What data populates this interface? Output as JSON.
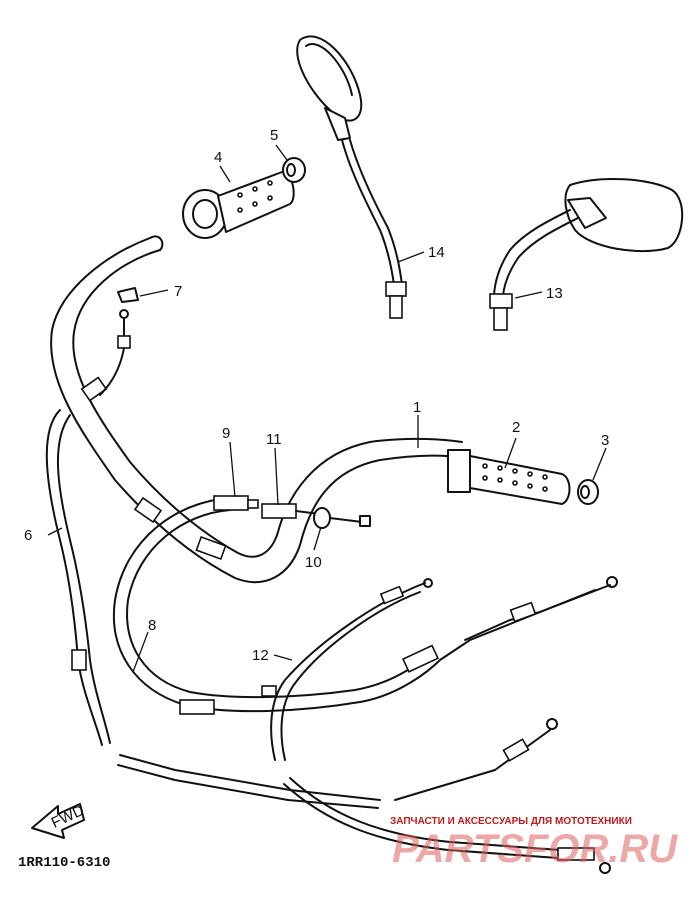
{
  "diagram": {
    "callouts": {
      "c1": "1",
      "c2": "2",
      "c3": "3",
      "c4": "4",
      "c5": "5",
      "c6": "6",
      "c7": "7",
      "c8": "8",
      "c9": "9",
      "c10": "10",
      "c11": "11",
      "c12": "12",
      "c13": "13",
      "c14": "14"
    },
    "fwd_label": "FWD",
    "diagram_code": "1RR110-6310"
  },
  "watermark": {
    "text": "ЗАПЧАСТИ И АКСЕССУАРЫ ДЛЯ МОТОТЕХНИКИ",
    "logo_text": "PARTSFOR.RU"
  }
}
